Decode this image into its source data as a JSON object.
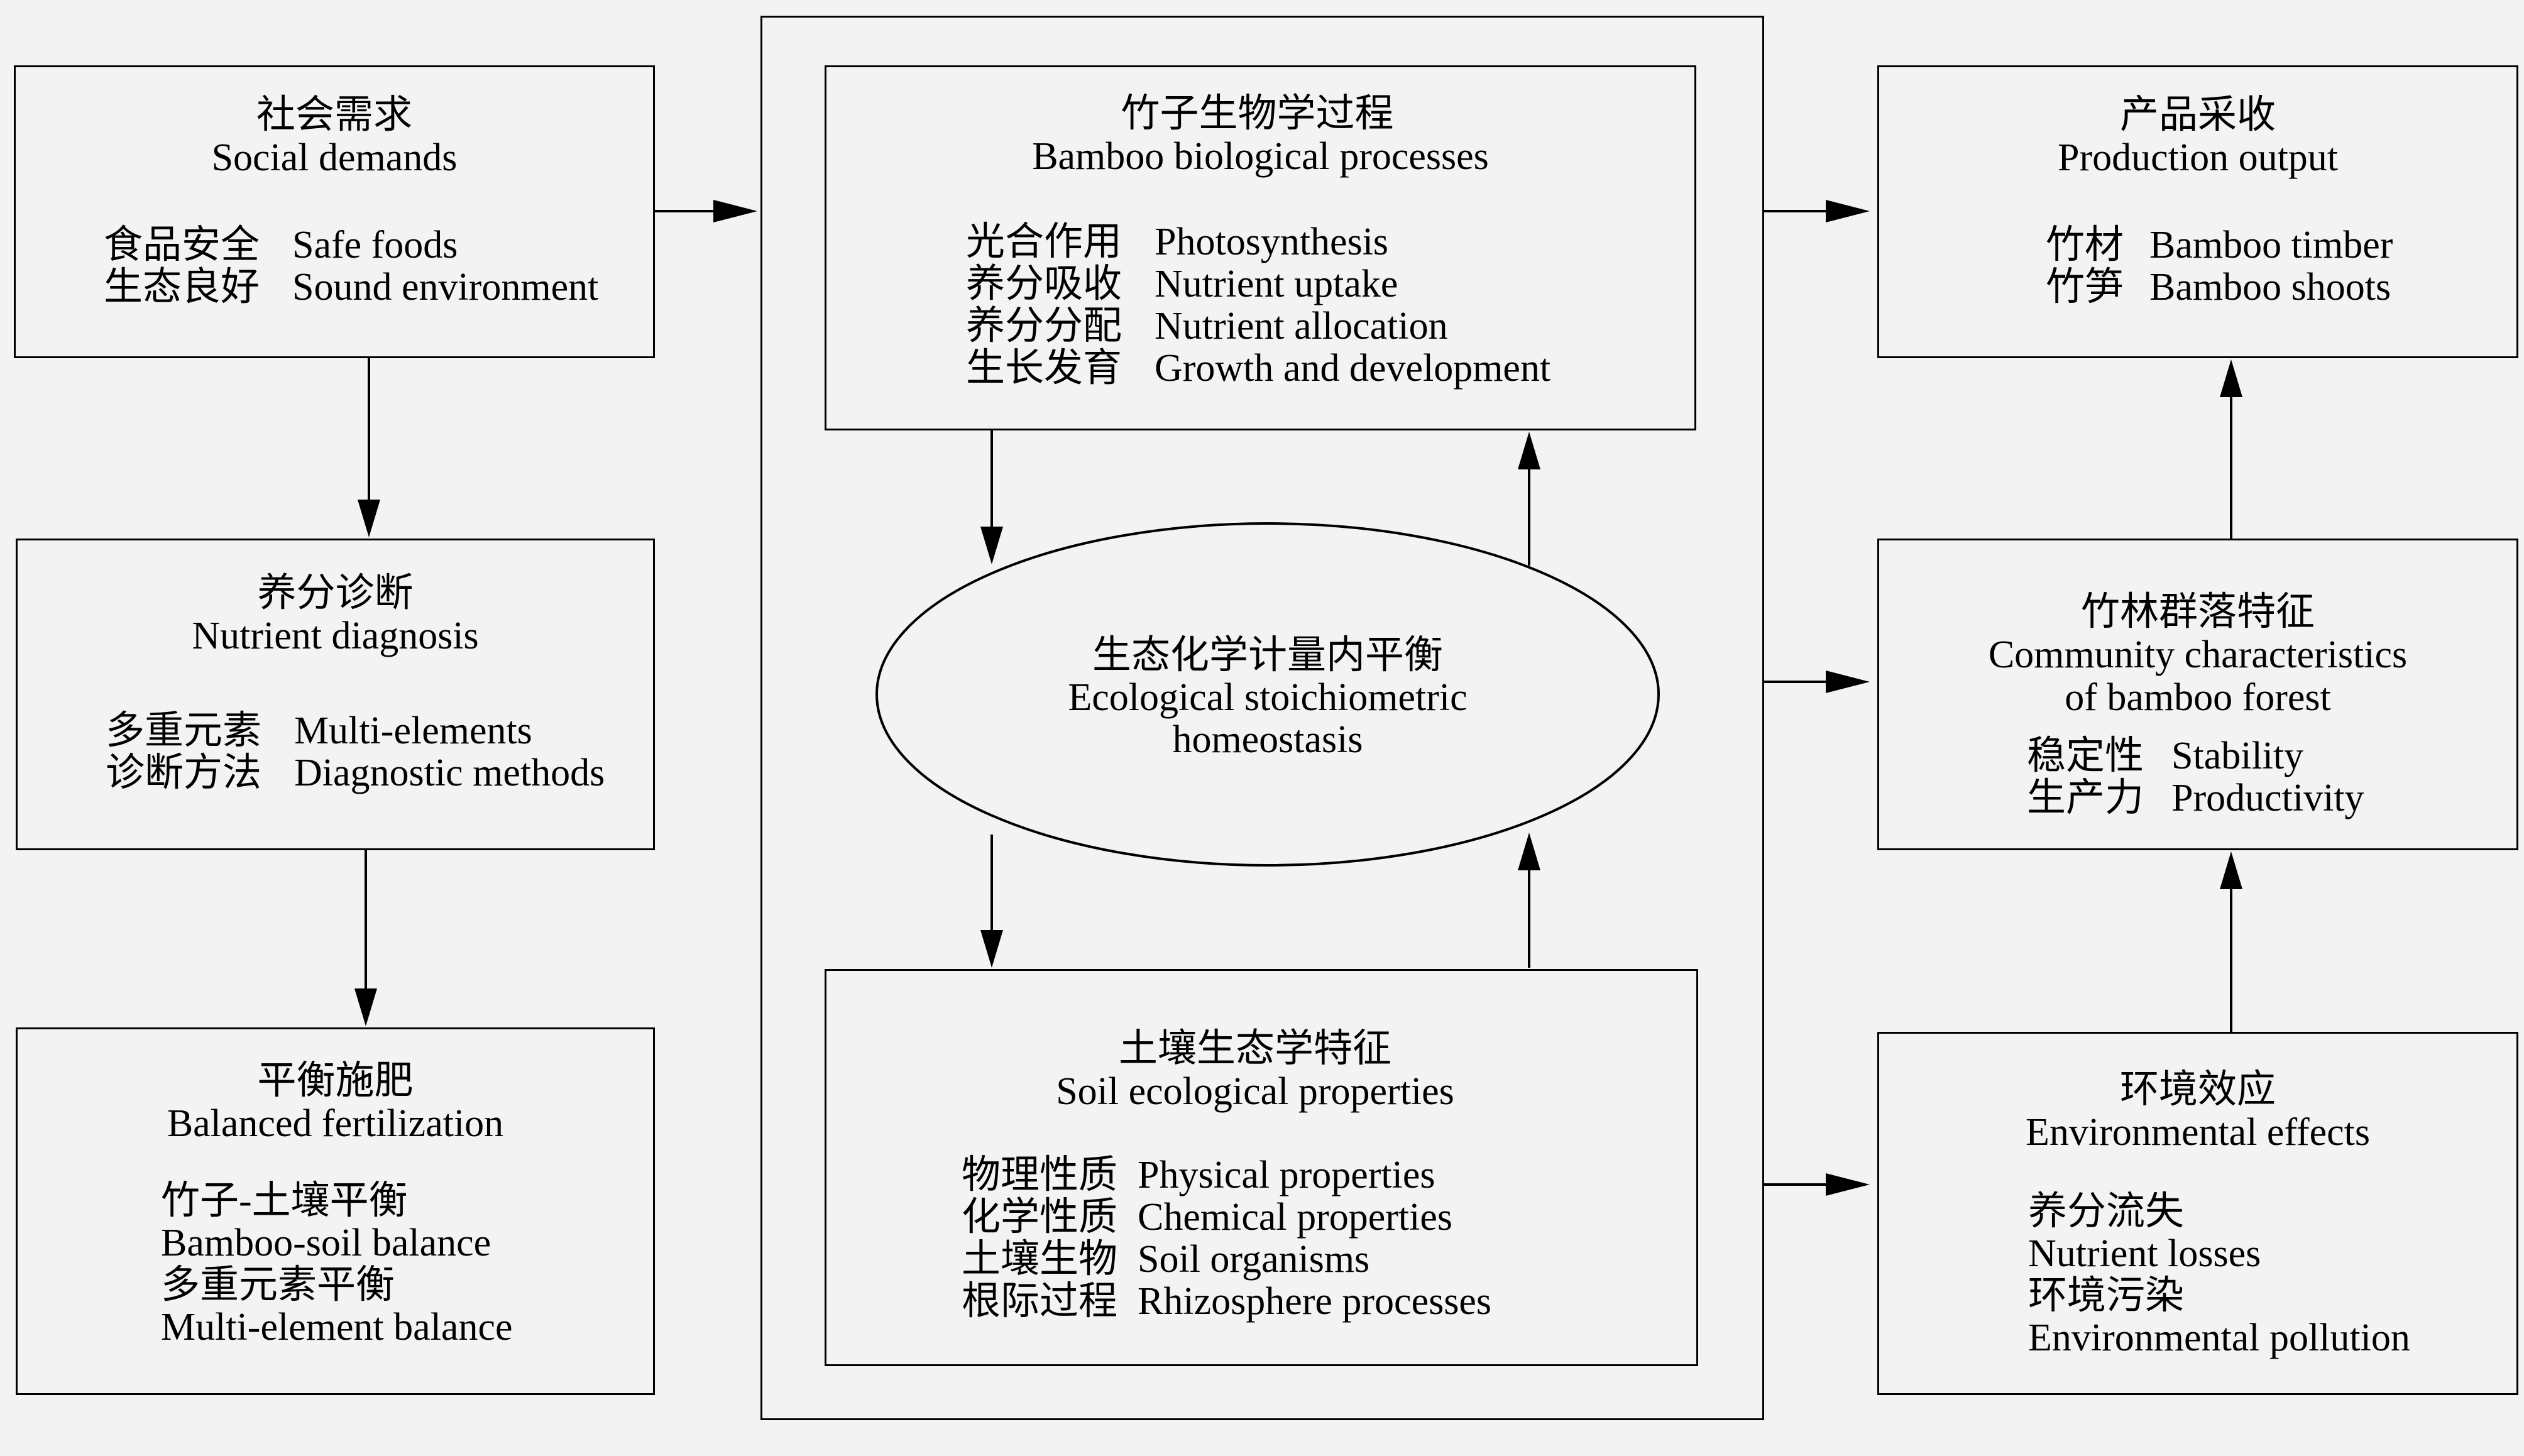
{
  "social_demands": {
    "title_cn": "社会需求",
    "title_en": "Social demands",
    "items": [
      {
        "cn": "食品安全",
        "en": "Safe foods"
      },
      {
        "cn": "生态良好",
        "en": "Sound environment"
      }
    ]
  },
  "nutrient_diagnosis": {
    "title_cn": "养分诊断",
    "title_en": "Nutrient diagnosis",
    "items": [
      {
        "cn": "多重元素",
        "en": "Multi-elements"
      },
      {
        "cn": "诊断方法",
        "en": "Diagnostic methods"
      }
    ]
  },
  "balanced_fertilization": {
    "title_cn": "平衡施肥",
    "title_en": "Balanced fertilization",
    "lines": [
      "竹子-土壤平衡",
      "Bamboo-soil balance",
      "多重元素平衡",
      "Multi-element balance"
    ]
  },
  "bamboo_processes": {
    "title_cn": "竹子生物学过程",
    "title_en": "Bamboo biological processes",
    "items": [
      {
        "cn": "光合作用",
        "en": "Photosynthesis"
      },
      {
        "cn": "养分吸收",
        "en": "Nutrient uptake"
      },
      {
        "cn": "养分分配",
        "en": "Nutrient allocation"
      },
      {
        "cn": "生长发育",
        "en": "Growth and development"
      }
    ]
  },
  "homeostasis": {
    "title_cn": "生态化学计量内平衡",
    "line1": "Ecological stoichiometric",
    "line2": "homeostasis"
  },
  "soil_properties": {
    "title_cn": "土壤生态学特征",
    "title_en": "Soil ecological properties",
    "items": [
      {
        "cn": "物理性质",
        "en": "Physical properties"
      },
      {
        "cn": "化学性质",
        "en": "Chemical properties"
      },
      {
        "cn": "土壤生物",
        "en": "Soil organisms"
      },
      {
        "cn": "根际过程",
        "en": "Rhizosphere processes"
      }
    ]
  },
  "production_output": {
    "title_cn": "产品采收",
    "title_en": "Production output",
    "items": [
      {
        "cn": "竹材",
        "en": "Bamboo timber"
      },
      {
        "cn": "竹笋",
        "en": "Bamboo shoots"
      }
    ]
  },
  "community": {
    "title_cn": "竹林群落特征",
    "title_en1": "Community characteristics",
    "title_en2": "of bamboo forest",
    "items": [
      {
        "cn": "稳定性",
        "en": "Stability"
      },
      {
        "cn": "生产力",
        "en": "Productivity"
      }
    ]
  },
  "environmental_effects": {
    "title_cn": "环境效应",
    "title_en": "Environmental effects",
    "lines": [
      "养分流失",
      "Nutrient losses",
      "环境污染",
      "Environmental pollution"
    ]
  }
}
